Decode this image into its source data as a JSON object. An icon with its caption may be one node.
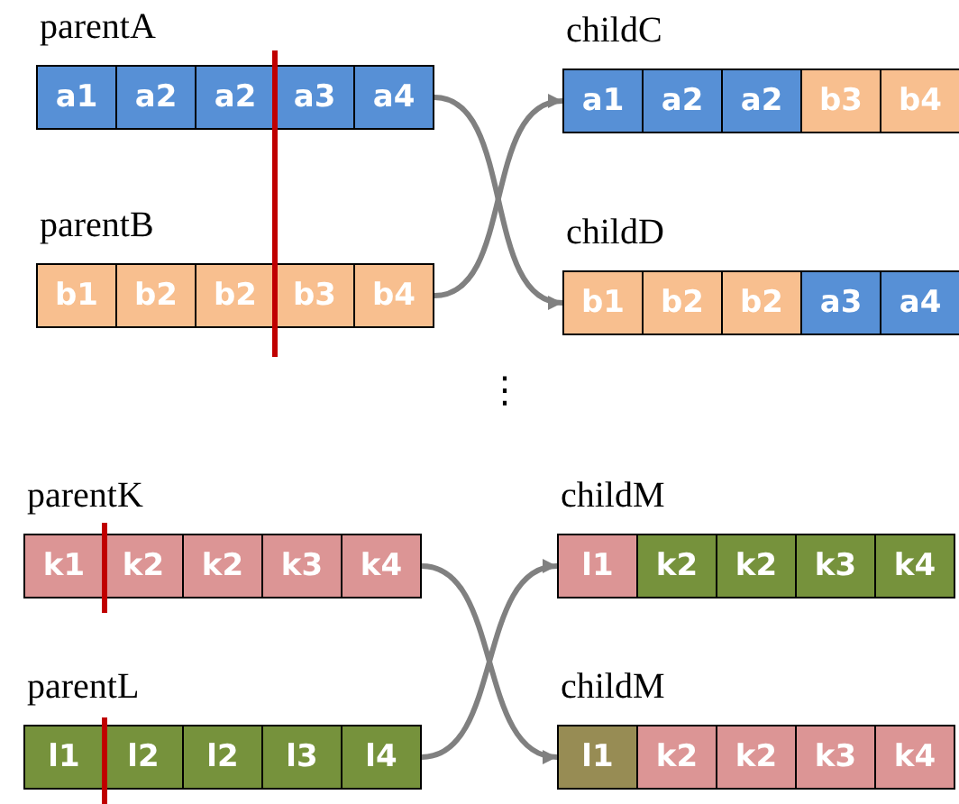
{
  "diagram": {
    "nodes": [
      {
        "text": [
          "parentA"
        ]
      },
      {
        "text": [
          "a1"
        ],
        "in": 0
      },
      {
        "text": [
          "a2"
        ],
        "in": 0
      },
      {
        "text": [
          "a2"
        ],
        "in": 0
      },
      {
        "text": [
          "a3"
        ],
        "in": 0
      },
      {
        "text": [
          "a4"
        ],
        "in": 0
      },
      {
        "text": [
          "childC"
        ]
      },
      {
        "text": [
          "a1"
        ],
        "in": 6
      },
      {
        "text": [
          "a2"
        ],
        "in": 6
      },
      {
        "text": [
          "a2"
        ],
        "in": 6
      },
      {
        "text": [
          "b3"
        ],
        "in": 6
      },
      {
        "text": [
          "b4"
        ],
        "in": 6
      },
      {
        "text": [
          "parentB"
        ]
      },
      {
        "text": [
          "b1"
        ],
        "in": 12
      },
      {
        "text": [
          "b2"
        ],
        "in": 12
      },
      {
        "text": [
          "b2"
        ],
        "in": 12
      },
      {
        "text": [
          "b3"
        ],
        "in": 12
      },
      {
        "text": [
          "b4"
        ],
        "in": 12
      },
      {
        "text": [
          "childD"
        ]
      },
      {
        "text": [
          "b1"
        ],
        "in": 18
      },
      {
        "text": [
          "b2"
        ],
        "in": 18
      },
      {
        "text": [
          "b2"
        ],
        "in": 18
      },
      {
        "text": [
          "a3"
        ],
        "in": 18
      },
      {
        "text": [
          "a4"
        ],
        "in": 18
      },
      {
        "text": [
          "parentK"
        ]
      },
      {
        "text": [
          "k1"
        ],
        "in": 24
      },
      {
        "text": [
          "k2"
        ],
        "in": 24
      },
      {
        "text": [
          "k2"
        ],
        "in": 24
      },
      {
        "text": [
          "k3"
        ],
        "in": 24
      },
      {
        "text": [
          "k4"
        ],
        "in": 24
      },
      {
        "text": [
          "childM"
        ]
      },
      {
        "text": [
          "l1"
        ],
        "in": 30
      },
      {
        "text": [
          "k2"
        ],
        "in": 30
      },
      {
        "text": [
          "k2"
        ],
        "in": 30
      },
      {
        "text": [
          "k3"
        ],
        "in": 30
      },
      {
        "text": [
          "k4"
        ],
        "in": 30
      },
      {
        "text": [
          "parentL"
        ]
      },
      {
        "text": [
          "l1"
        ],
        "in": 36
      },
      {
        "text": [
          "l2"
        ],
        "in": 36
      },
      {
        "text": [
          "l2"
        ],
        "in": 36
      },
      {
        "text": [
          "l3"
        ],
        "in": 36
      },
      {
        "text": [
          "l4"
        ],
        "in": 36
      },
      {
        "text": [
          "childM"
        ]
      },
      {
        "text": [
          "l1"
        ],
        "in": 42
      },
      {
        "text": [
          "k2"
        ],
        "in": 42
      },
      {
        "text": [
          "k2"
        ],
        "in": 42
      },
      {
        "text": [
          "k3"
        ],
        "in": 42
      },
      {
        "text": [
          "k4"
        ],
        "in": 42
      }
    ],
    "edges": [
      {
        "from": 0,
        "to": 18,
        "arrow": "to"
      },
      {
        "from": 12,
        "to": 6,
        "arrow": "to"
      },
      {
        "from": 24,
        "to": 42,
        "arrow": "to"
      },
      {
        "from": 36,
        "to": 30,
        "arrow": "to"
      }
    ],
    "labels": [
      "⋮"
    ]
  }
}
